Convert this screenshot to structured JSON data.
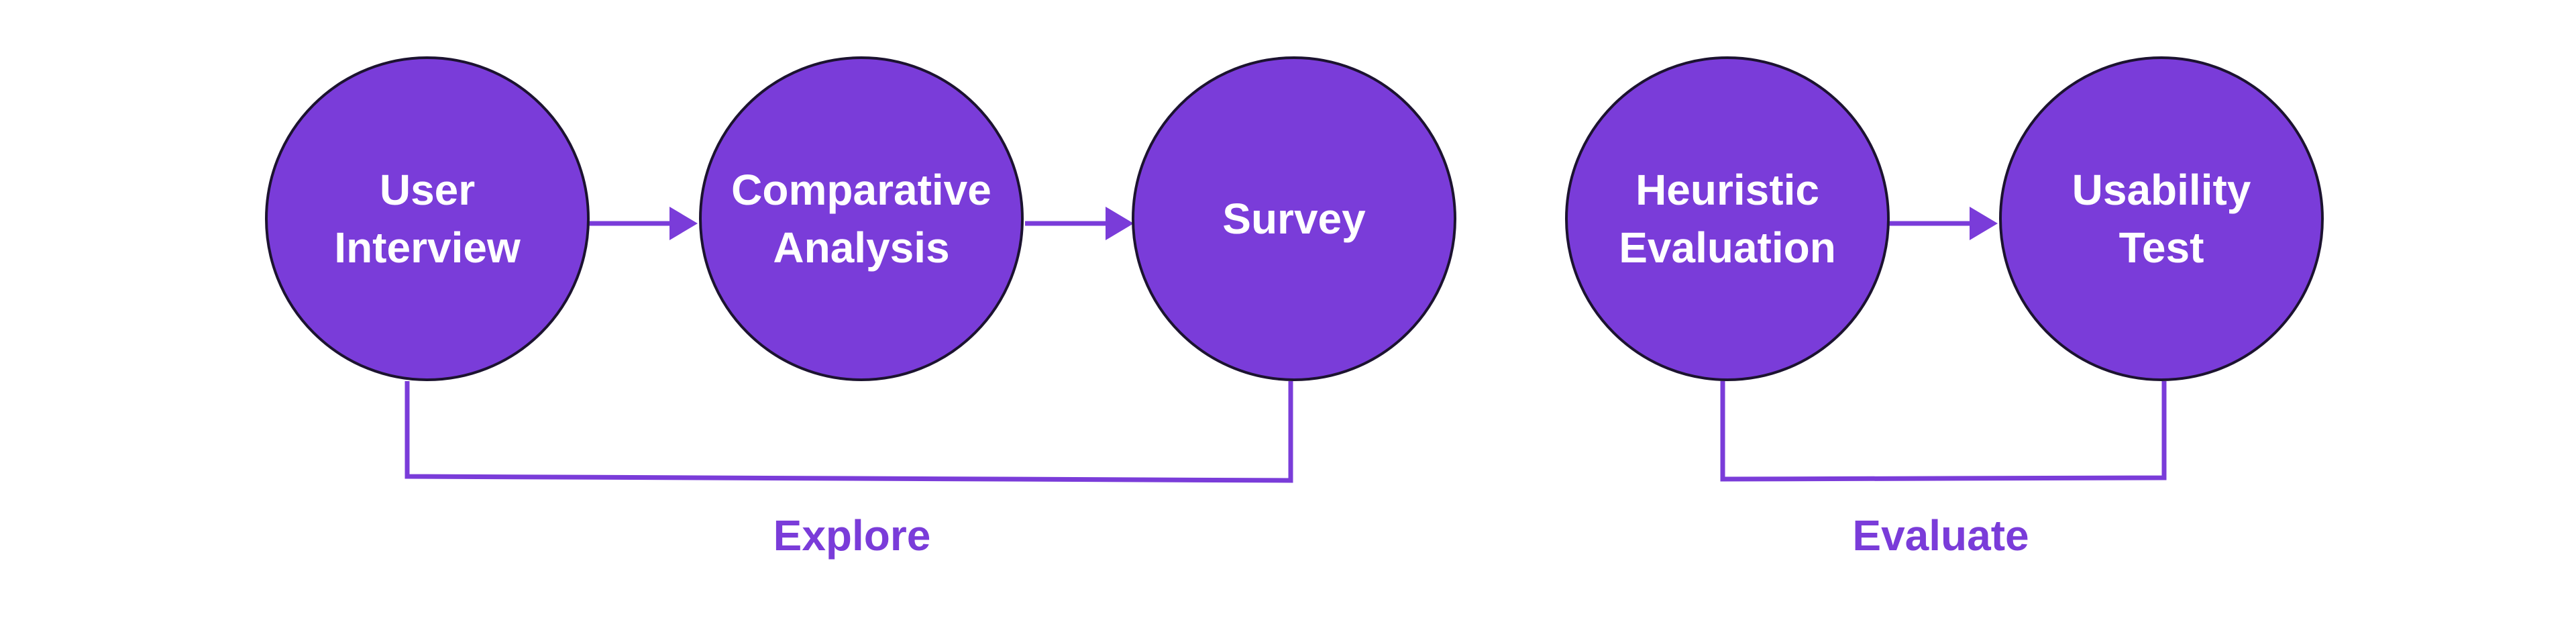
{
  "colors": {
    "node_fill": "#7a3cd9",
    "node_outline": "#1c1330",
    "node_text": "#ffffff",
    "connector": "#7a3cd9",
    "label": "#7a3cd9",
    "background": "#ffffff"
  },
  "nodes": [
    {
      "id": "user-interview",
      "lines": [
        "User",
        "Interview"
      ]
    },
    {
      "id": "comparative-analysis",
      "lines": [
        "Comparative",
        "Analysis"
      ]
    },
    {
      "id": "survey",
      "lines": [
        "Survey"
      ]
    },
    {
      "id": "heuristic-evaluation",
      "lines": [
        "Heuristic",
        "Evaluation"
      ]
    },
    {
      "id": "usability-test",
      "lines": [
        "Usability",
        "Test"
      ]
    }
  ],
  "groups": [
    {
      "label": "Explore"
    },
    {
      "label": "Evaluate"
    }
  ]
}
